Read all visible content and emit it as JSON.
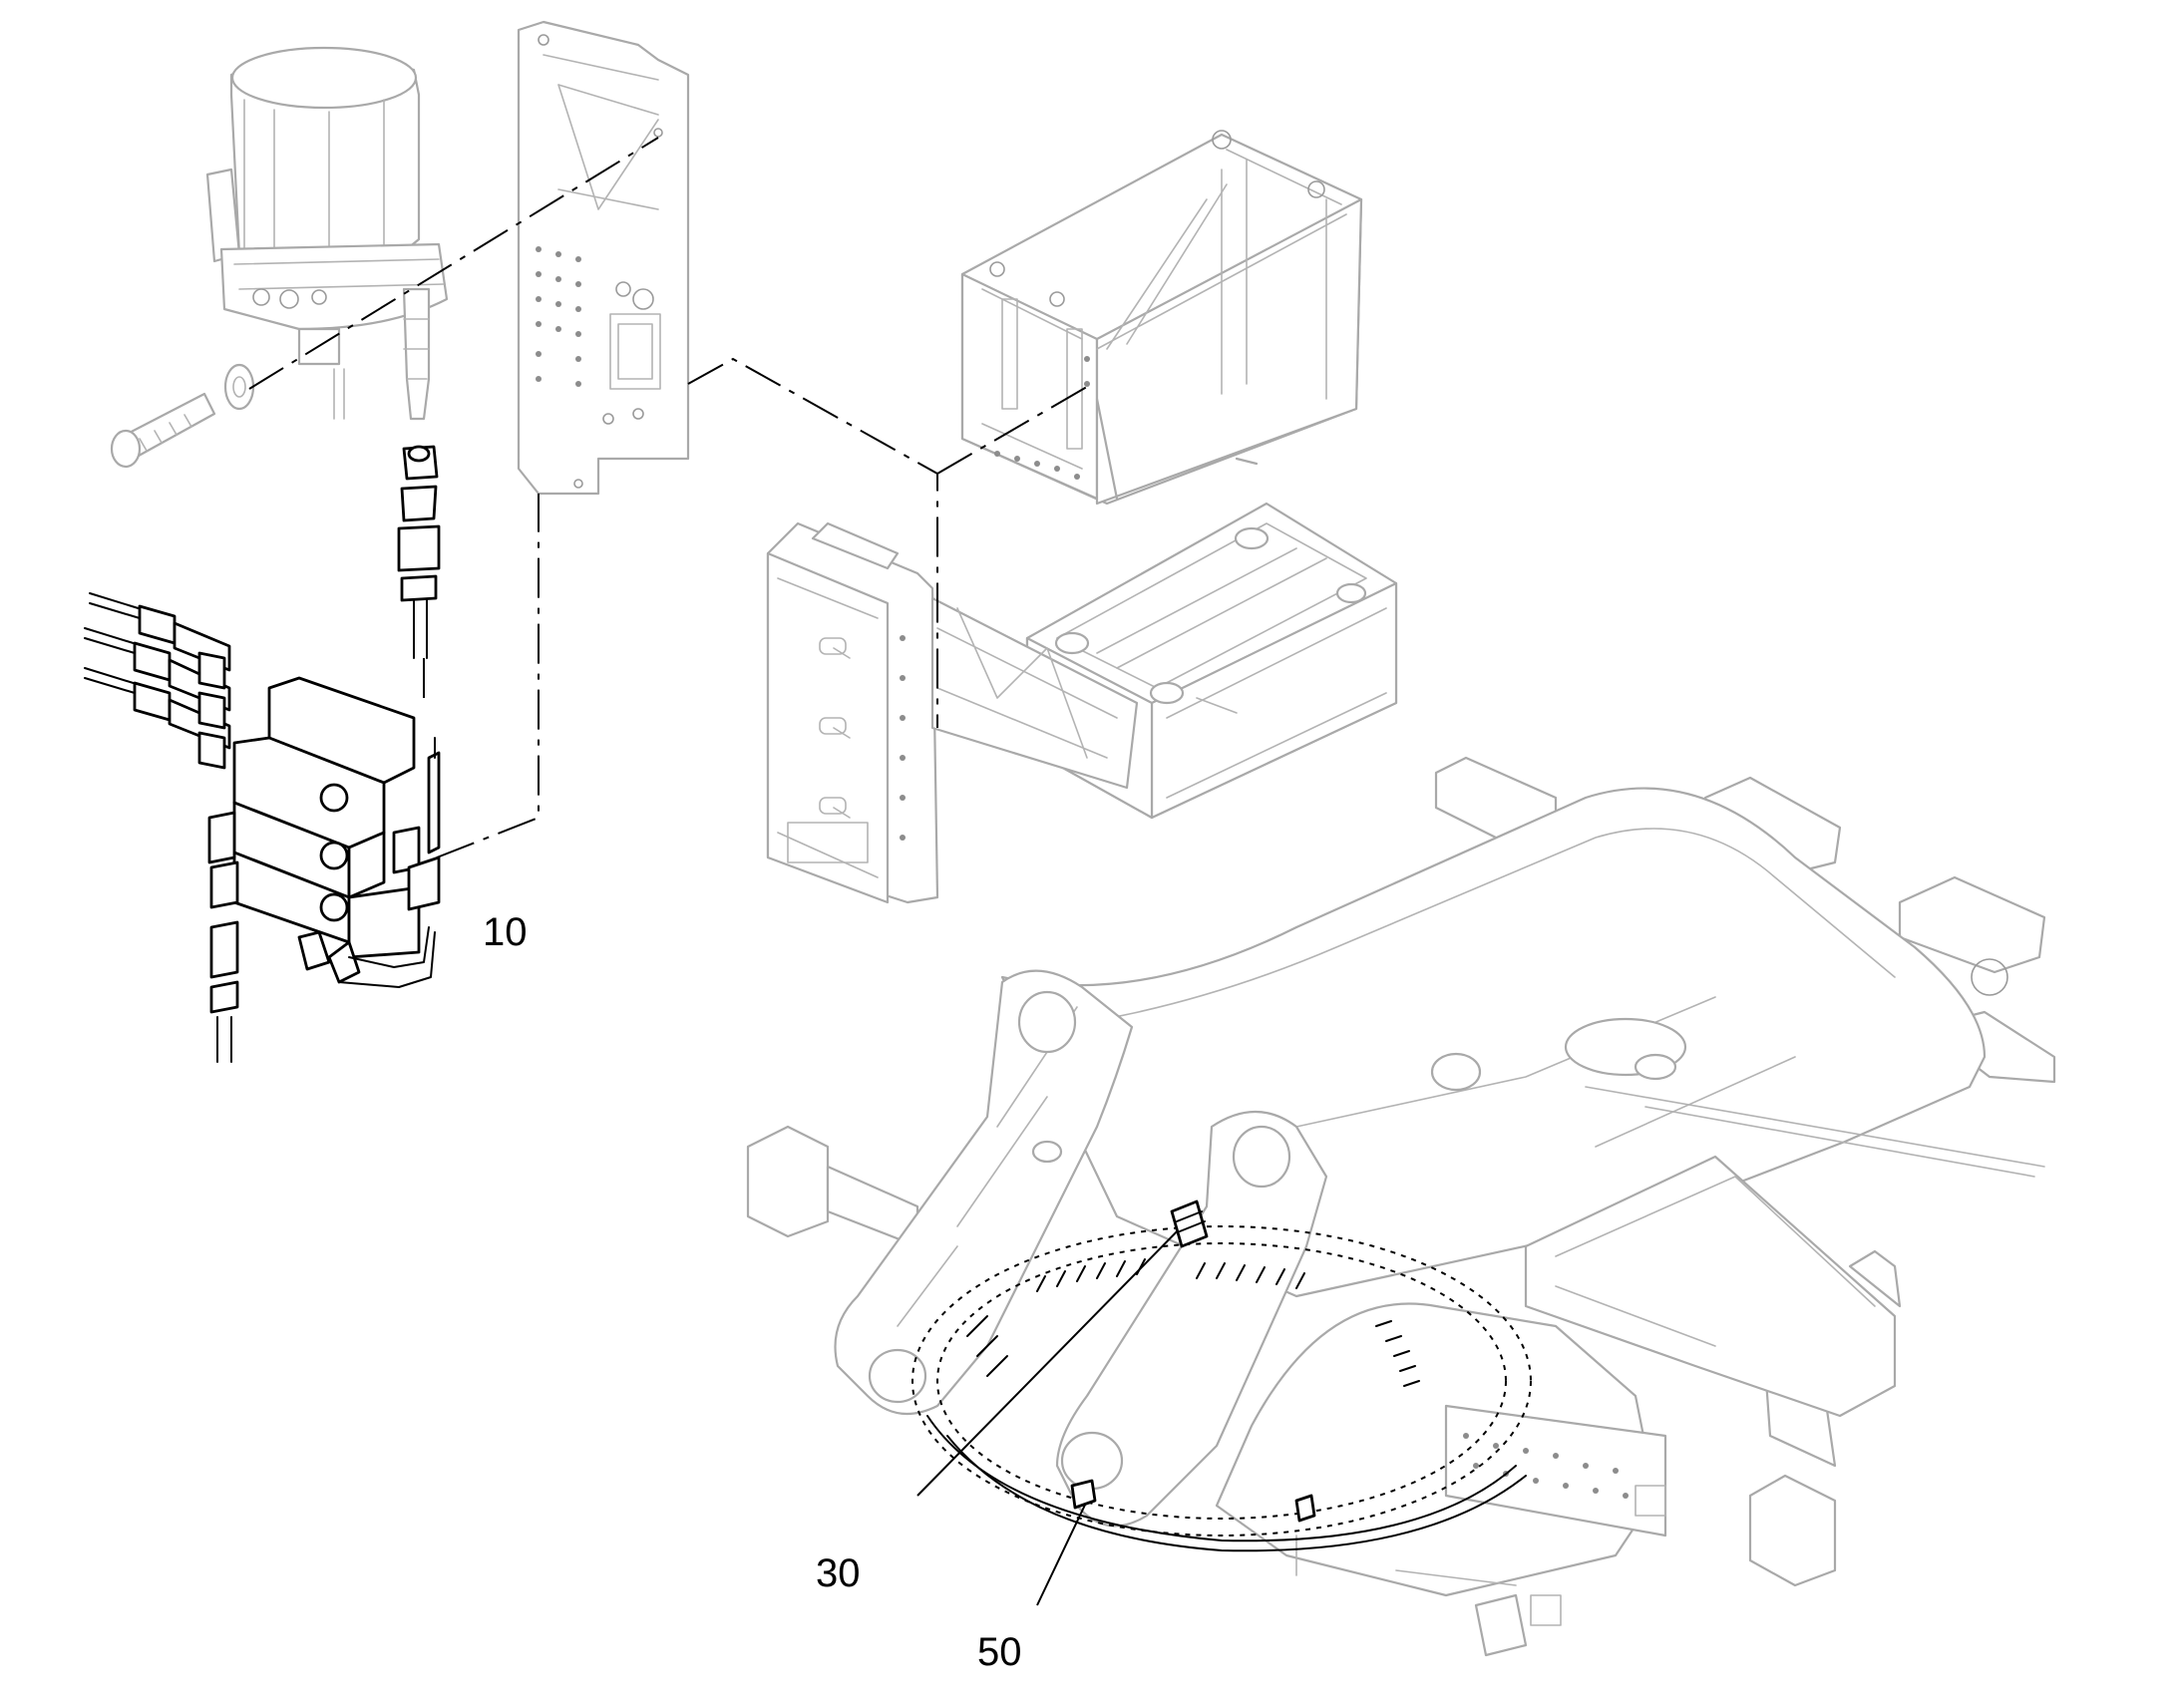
{
  "diagram": {
    "callouts": [
      {
        "id": "c10",
        "label": "10"
      },
      {
        "id": "c30",
        "label": "30"
      },
      {
        "id": "c50",
        "label": "50"
      }
    ]
  }
}
